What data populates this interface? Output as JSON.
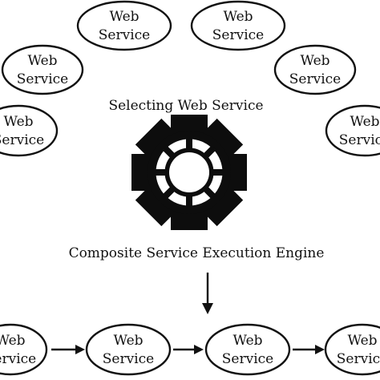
{
  "colors": {
    "ink": "#111111",
    "background": "#ffffff"
  },
  "pool": {
    "caption": "Selecting Web Service",
    "services": [
      {
        "line1": "Web",
        "line2": "Service"
      },
      {
        "line1": "Web",
        "line2": "Service"
      },
      {
        "line1": "Web",
        "line2": "Service"
      },
      {
        "line1": "Web",
        "line2": "Service"
      },
      {
        "line1": "Web",
        "line2": "Service"
      },
      {
        "line1": "Web",
        "line2": "Service"
      }
    ]
  },
  "engine": {
    "icon": "gear-icon",
    "caption": "Composite Service Execution Engine"
  },
  "chain": {
    "services": [
      {
        "line1": "Web",
        "line2": "Service"
      },
      {
        "line1": "Web",
        "line2": "Service"
      },
      {
        "line1": "Web",
        "line2": "Service"
      },
      {
        "line1": "Web",
        "line2": "Service"
      }
    ]
  }
}
